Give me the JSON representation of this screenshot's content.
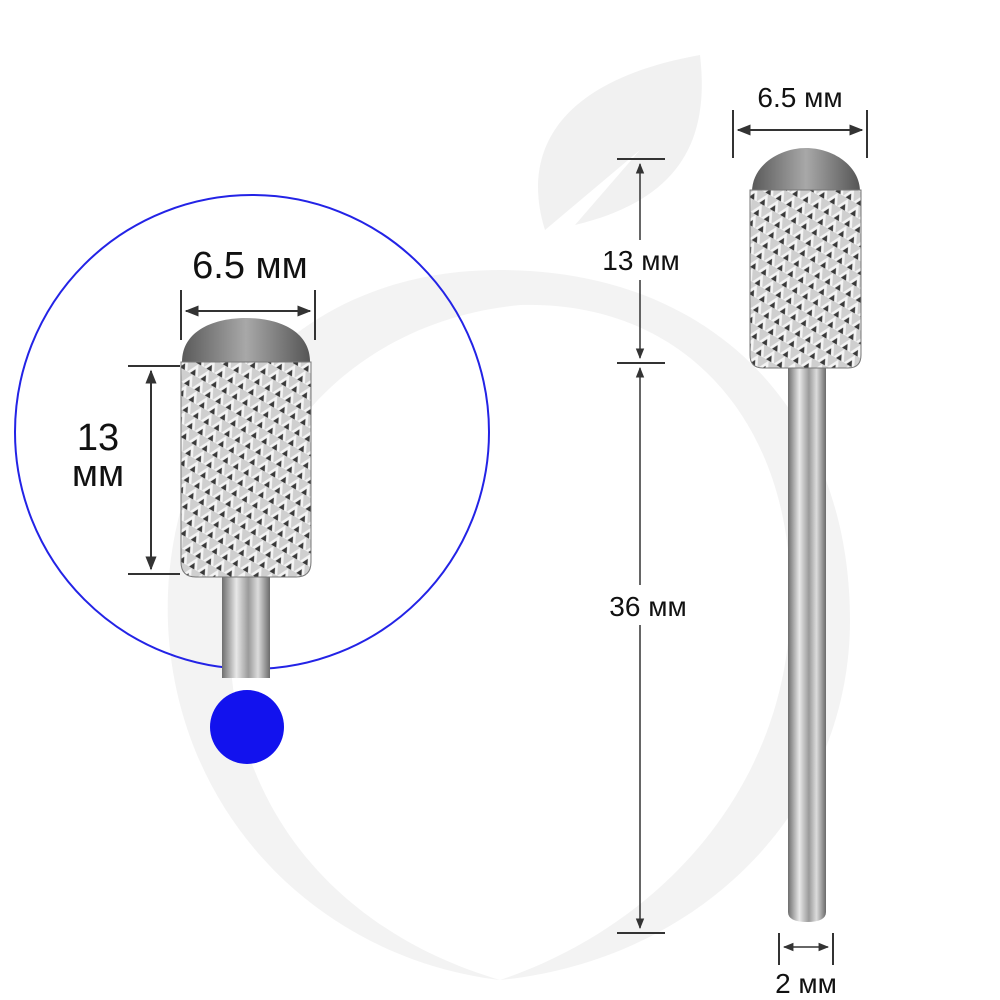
{
  "colors": {
    "accent_blue": "#1212ee",
    "circle_stroke": "#2323e6",
    "dimension_line": "#333333",
    "watermark": "#f1f1f1"
  },
  "detail_view": {
    "width_label": "6.5 мм",
    "length_value": "13",
    "length_unit": "мм"
  },
  "full_view": {
    "head_width_label": "6.5 мм",
    "head_length_label": "13 мм",
    "shank_length_label": "36 мм",
    "shank_diameter_label": "2 мм"
  }
}
